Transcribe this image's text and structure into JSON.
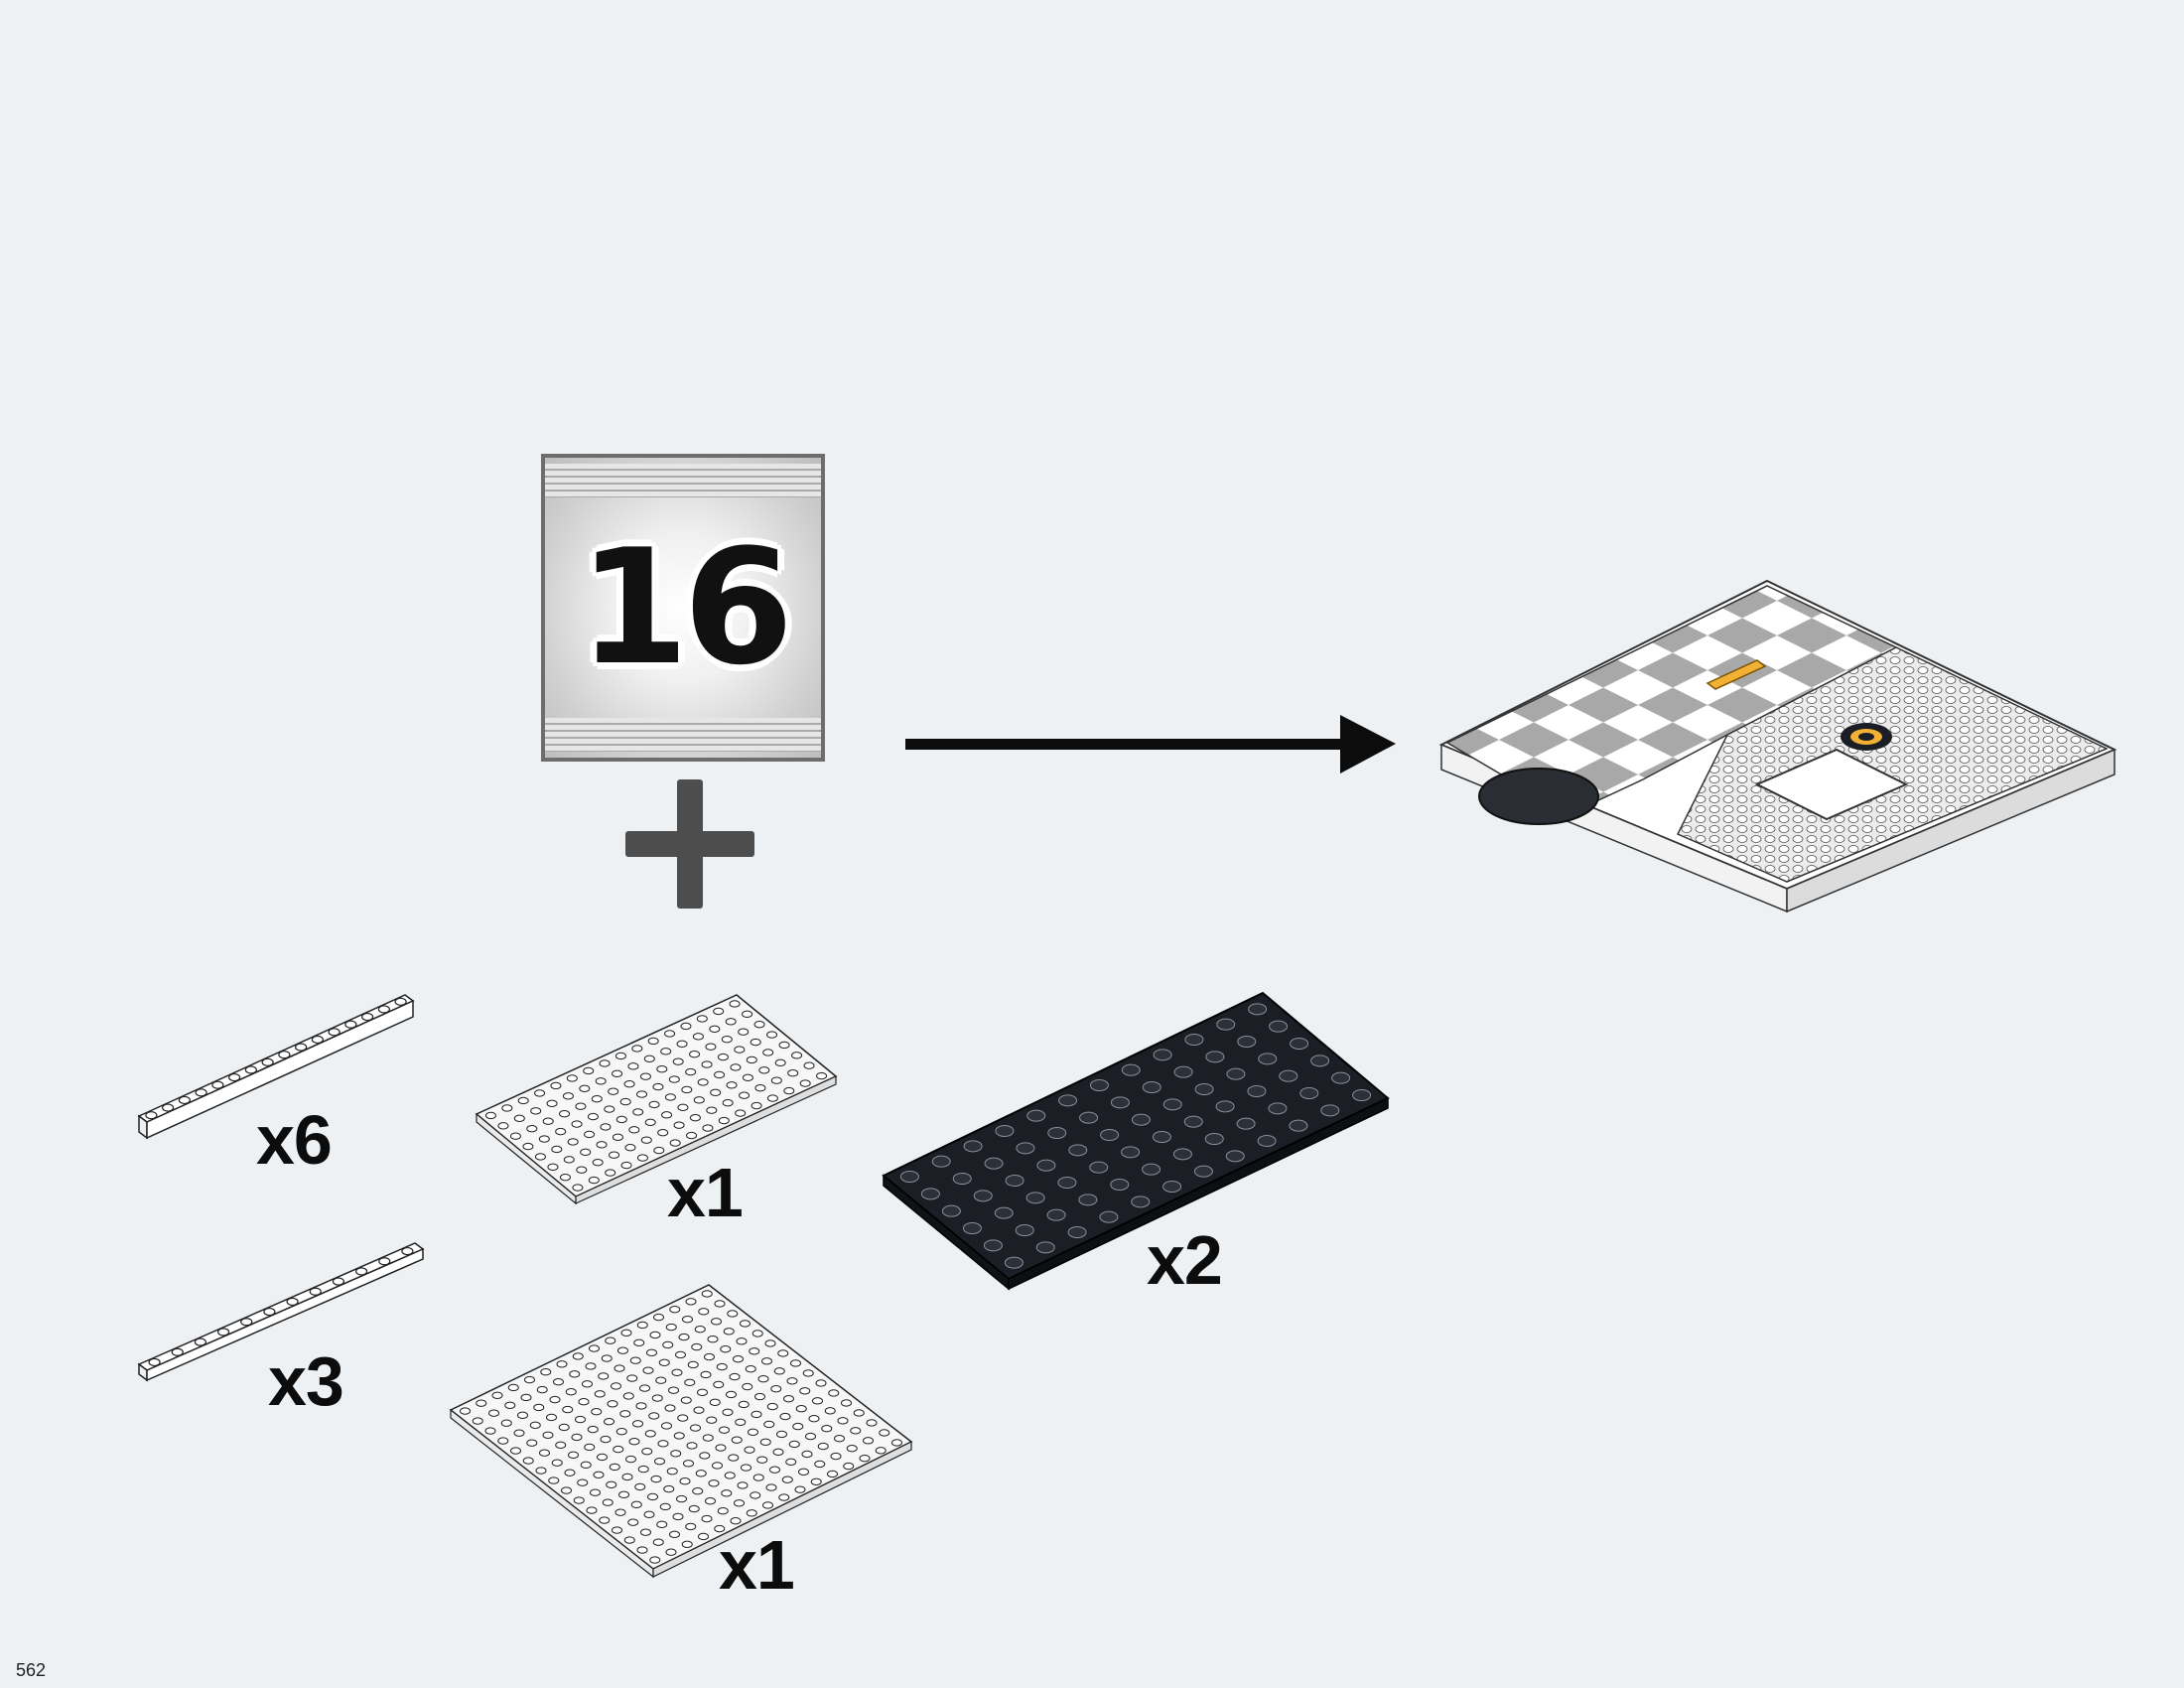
{
  "bag": {
    "number": "16"
  },
  "parts": [
    {
      "quantity": "x6",
      "color": "white",
      "shape": "plate-1x16"
    },
    {
      "quantity": "x3",
      "color": "white",
      "shape": "plate-1x12"
    },
    {
      "quantity": "x1",
      "color": "white",
      "shape": "plate-8x16"
    },
    {
      "quantity": "x1",
      "color": "white",
      "shape": "plate-16x16"
    },
    {
      "quantity": "x2",
      "color": "black",
      "shape": "plate-6x12"
    }
  ],
  "page": {
    "number": "562"
  },
  "icons": {
    "plus": "plus-icon",
    "arrow": "right-arrow-icon"
  },
  "colors": {
    "background": "#edf1f4",
    "black_part": "#1b1e24",
    "white_part": "#ffffff",
    "yellow_tile": "#f2b134"
  }
}
